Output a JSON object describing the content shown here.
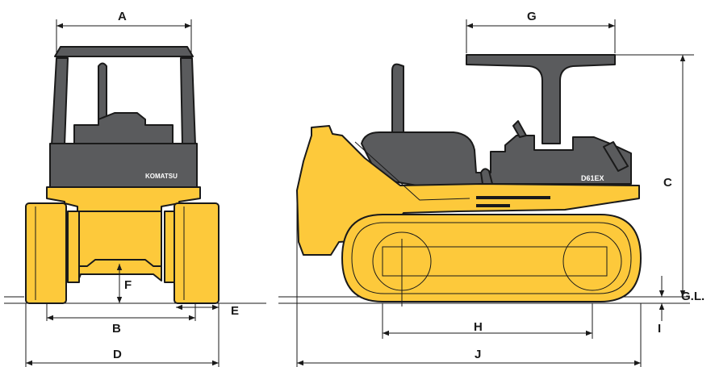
{
  "colors": {
    "body_yellow": "#fdc93b",
    "cab_gray": "#5a5b5d",
    "outline": "#1a1a1a",
    "background": "#ffffff"
  },
  "front_view": {
    "brand": "KOMATSU",
    "dimensions": {
      "A": "A",
      "B": "B",
      "D": "D",
      "E": "E",
      "F": "F"
    }
  },
  "side_view": {
    "model": "D61EX",
    "dimensions": {
      "G": "G",
      "C": "C",
      "H": "H",
      "I": "I",
      "J": "J"
    },
    "ground_line": "G.L."
  }
}
